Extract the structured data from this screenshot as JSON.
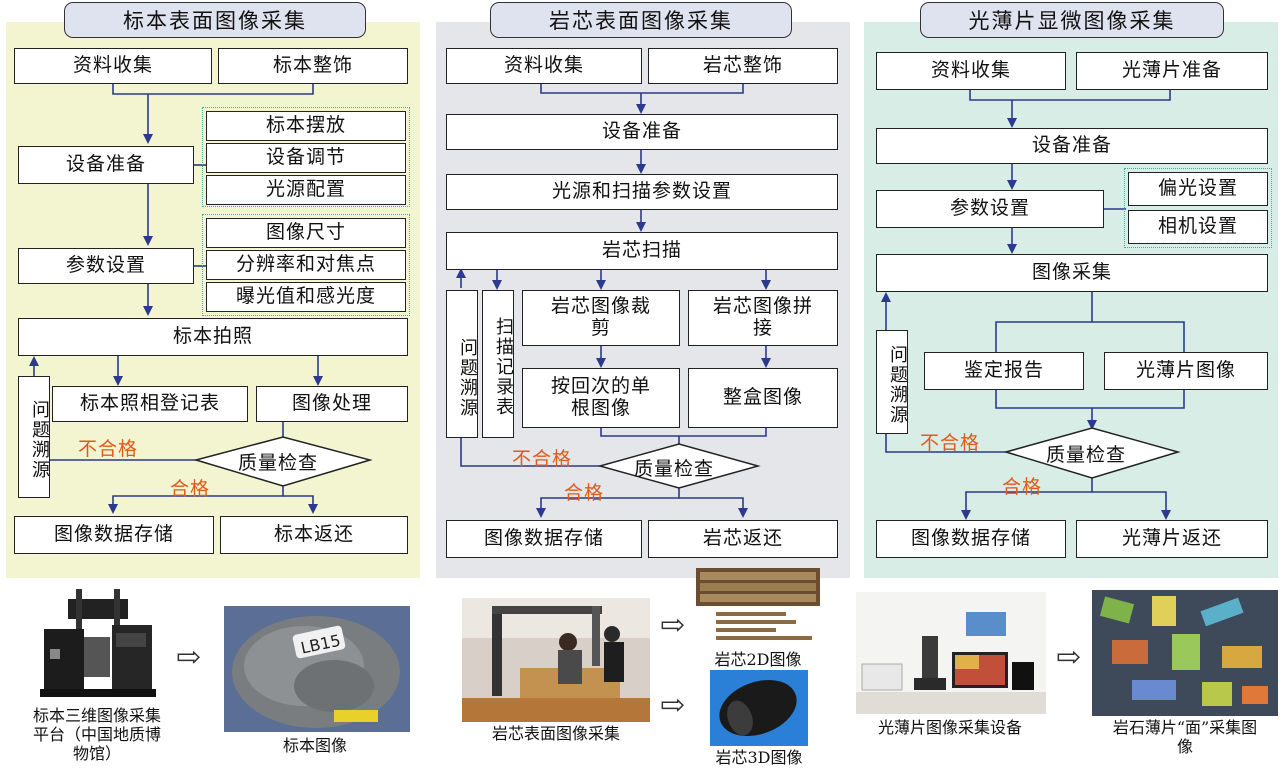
{
  "colors": {
    "panel1": "#f3f5d0",
    "panel2": "#e4e6e9",
    "panel3": "#d8ede6",
    "arrow": "#2b3a8c",
    "fail": "#e05a1a"
  },
  "panel1": {
    "title": "标本表面图像采集",
    "collect": "资料收集",
    "arrange": "标本整饰",
    "equip": "设备准备",
    "place": "标本摆放",
    "adjust": "设备调节",
    "light": "光源配置",
    "param": "参数设置",
    "size": "图像尺寸",
    "resolution": "分辨率和对焦点",
    "exposure": "曝光值和感光度",
    "photo": "标本拍照",
    "trace": "问题溯源",
    "register": "标本照相登记表",
    "process": "图像处理",
    "fail": "不合格",
    "check": "质量检查",
    "pass": "合格",
    "store": "图像数据存储",
    "return": "标本返还"
  },
  "panel2": {
    "title": "岩芯表面图像采集",
    "collect": "资料收集",
    "arrange": "岩芯整饰",
    "equip": "设备准备",
    "scanparam": "光源和扫描参数设置",
    "scan": "岩芯扫描",
    "trace": "问题溯源",
    "record": "扫描记录表",
    "crop": "岩芯图像裁剪",
    "stitch": "岩芯图像拼接",
    "single": "按回次的单根图像",
    "box": "整盒图像",
    "fail": "不合格",
    "check": "质量检查",
    "pass": "合格",
    "store": "图像数据存储",
    "return": "岩芯返还"
  },
  "panel3": {
    "title": "光薄片显微图像采集",
    "collect": "资料收集",
    "prepare": "光薄片准备",
    "equip": "设备准备",
    "param": "参数设置",
    "polar": "偏光设置",
    "camera": "相机设置",
    "acquire": "图像采集",
    "trace": "问题溯源",
    "report": "鉴定报告",
    "slideimg": "光薄片图像",
    "fail": "不合格",
    "check": "质量检查",
    "pass": "合格",
    "store": "图像数据存储",
    "return": "光薄片返还"
  },
  "captions": {
    "platform": "标本三维图像采集平台（中国地质博物馆）",
    "specimen": "标本图像",
    "label": "LB15",
    "coresurface": "岩芯表面图像采集",
    "core2d": "岩芯2D图像",
    "core3d": "岩芯3D图像",
    "slidedevice": "光薄片图像采集设备",
    "rockslide": "岩石薄片“面”采集图像"
  },
  "arrow_glyph": "⇨"
}
